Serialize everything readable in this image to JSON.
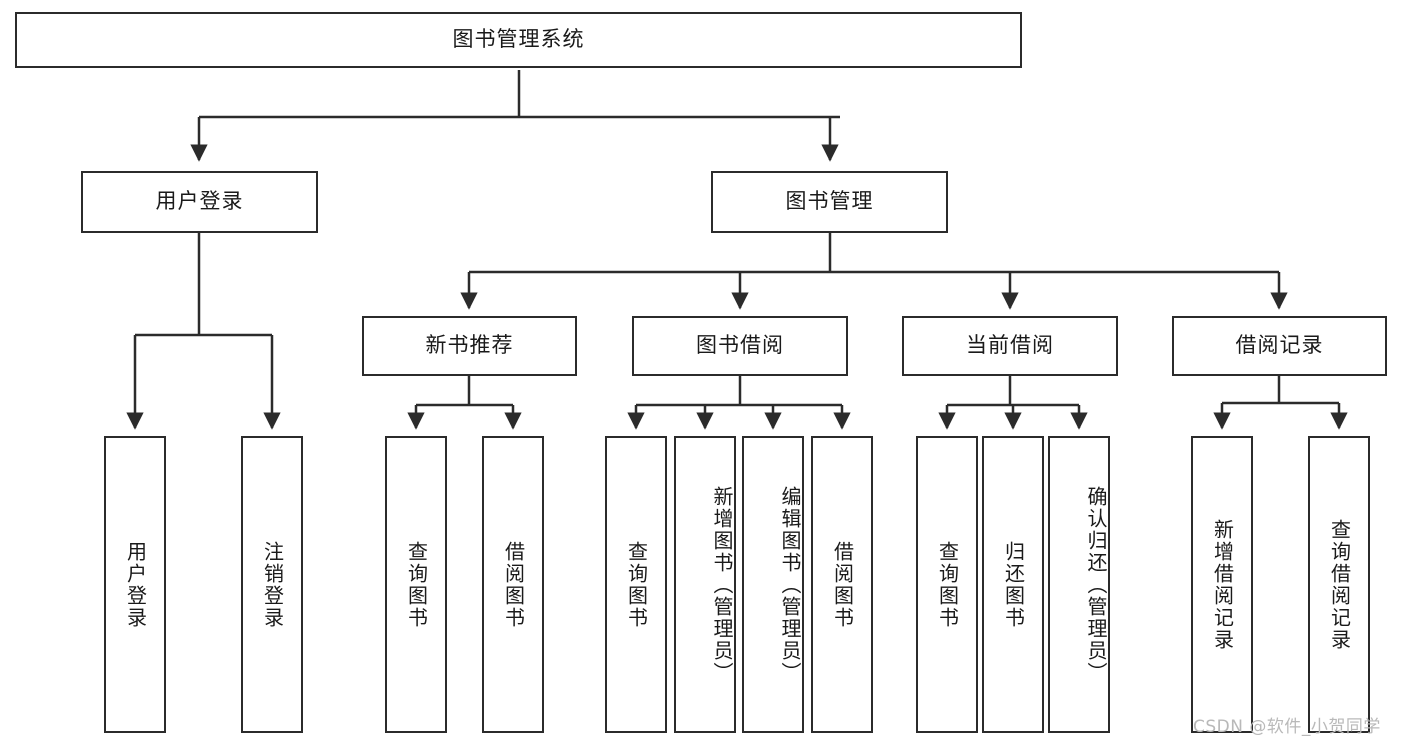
{
  "diagram": {
    "type": "tree-hierarchy-chart",
    "title": "图书管理系统",
    "orientation": "top-down",
    "colors": {
      "box_border": "#2b2b2b",
      "box_fill": "#ffffff",
      "connector": "#2b2b2b",
      "text": "#1a1a1a",
      "watermark": "#b9b9b9"
    },
    "root": {
      "label": "图书管理系统"
    },
    "level1": [
      {
        "label": "用户登录"
      },
      {
        "label": "图书管理"
      }
    ],
    "level2": [
      {
        "label": "新书推荐"
      },
      {
        "label": "图书借阅"
      },
      {
        "label": "当前借阅"
      },
      {
        "label": "借阅记录"
      }
    ],
    "leaves": {
      "user_login": [
        {
          "label": "用户登录"
        },
        {
          "label": "注销登录"
        }
      ],
      "new_book_recommend": [
        {
          "label": "查询图书"
        },
        {
          "label": "借阅图书"
        }
      ],
      "book_borrow": [
        {
          "label": "查询图书"
        },
        {
          "label": "新增图书（管理员）"
        },
        {
          "label": "编辑图书（管理员）"
        },
        {
          "label": "借阅图书"
        }
      ],
      "current_borrow": [
        {
          "label": "查询图书"
        },
        {
          "label": "归还图书"
        },
        {
          "label": "确认归还（管理员）"
        }
      ],
      "borrow_records": [
        {
          "label": "新增借阅记录"
        },
        {
          "label": "查询借阅记录"
        }
      ]
    }
  },
  "watermark": {
    "text": "CSDN @软件_小贺同学"
  }
}
